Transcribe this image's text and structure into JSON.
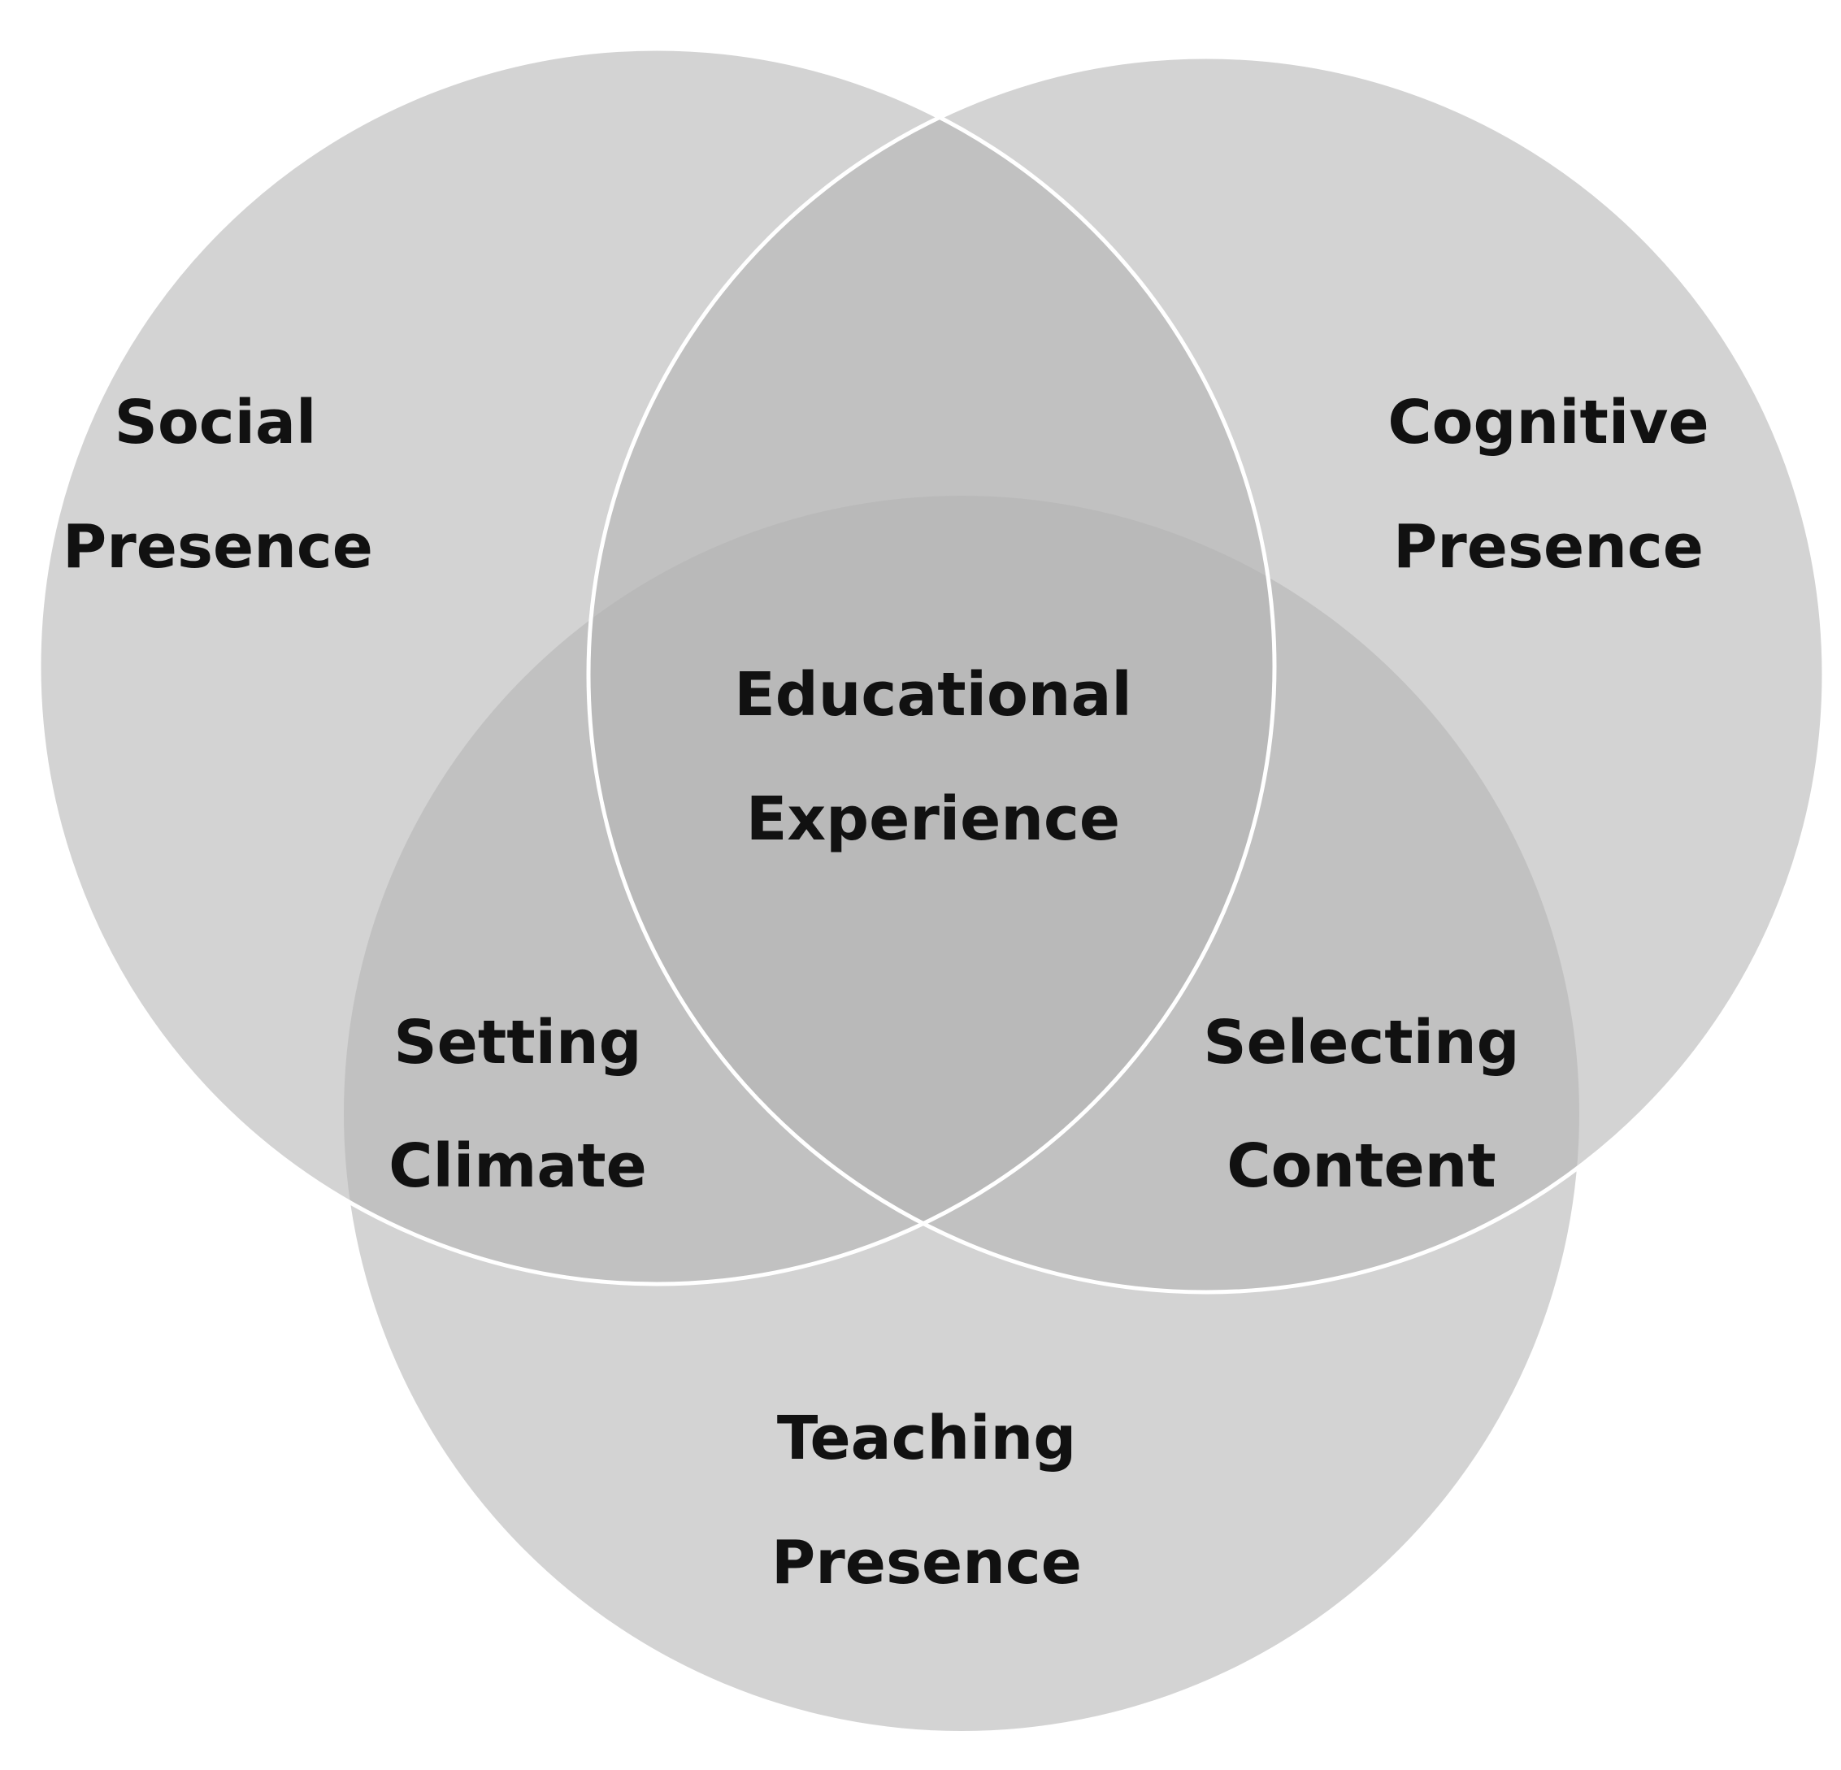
{
  "diagram": {
    "colors": {
      "circle_fill": "#b3b3b3",
      "outline": "#ffffff",
      "text": "#111111",
      "background": "#ffffff"
    },
    "circles": [
      {
        "id": "social",
        "lines": [
          "Social",
          "Presence"
        ]
      },
      {
        "id": "cognitive",
        "lines": [
          "Cognitive",
          "Presence"
        ]
      },
      {
        "id": "teaching",
        "lines": [
          "Teaching",
          "Presence"
        ]
      }
    ],
    "overlaps": {
      "social_teaching": [
        "Setting",
        "Climate"
      ],
      "cognitive_teaching": [
        "Selecting",
        "Content"
      ],
      "center": [
        "Educational",
        "Experience"
      ]
    }
  }
}
